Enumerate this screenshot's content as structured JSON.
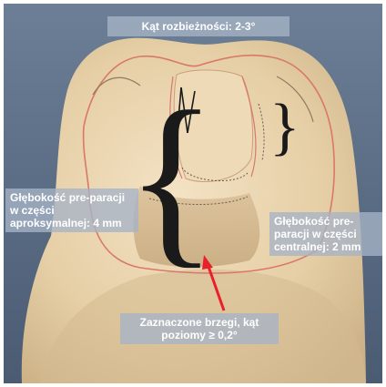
{
  "labels": {
    "convergence": "Kąt rozbieżności: 2-3°",
    "proximal_depth": "Głębokość pre-paracji w części aproksymalnej: 4 mm",
    "central_depth": "Głębokość pre-paracji w części centralnej: 2 mm",
    "margins": "Zaznaczone brzegi, kąt poziomy ≥ 0,2°"
  },
  "colors": {
    "background": "#5f718a",
    "tooth": "#e9d3ad",
    "outline": "#d9786a",
    "arrow": "#e8202a",
    "label_bg": "#a6b4c7"
  }
}
